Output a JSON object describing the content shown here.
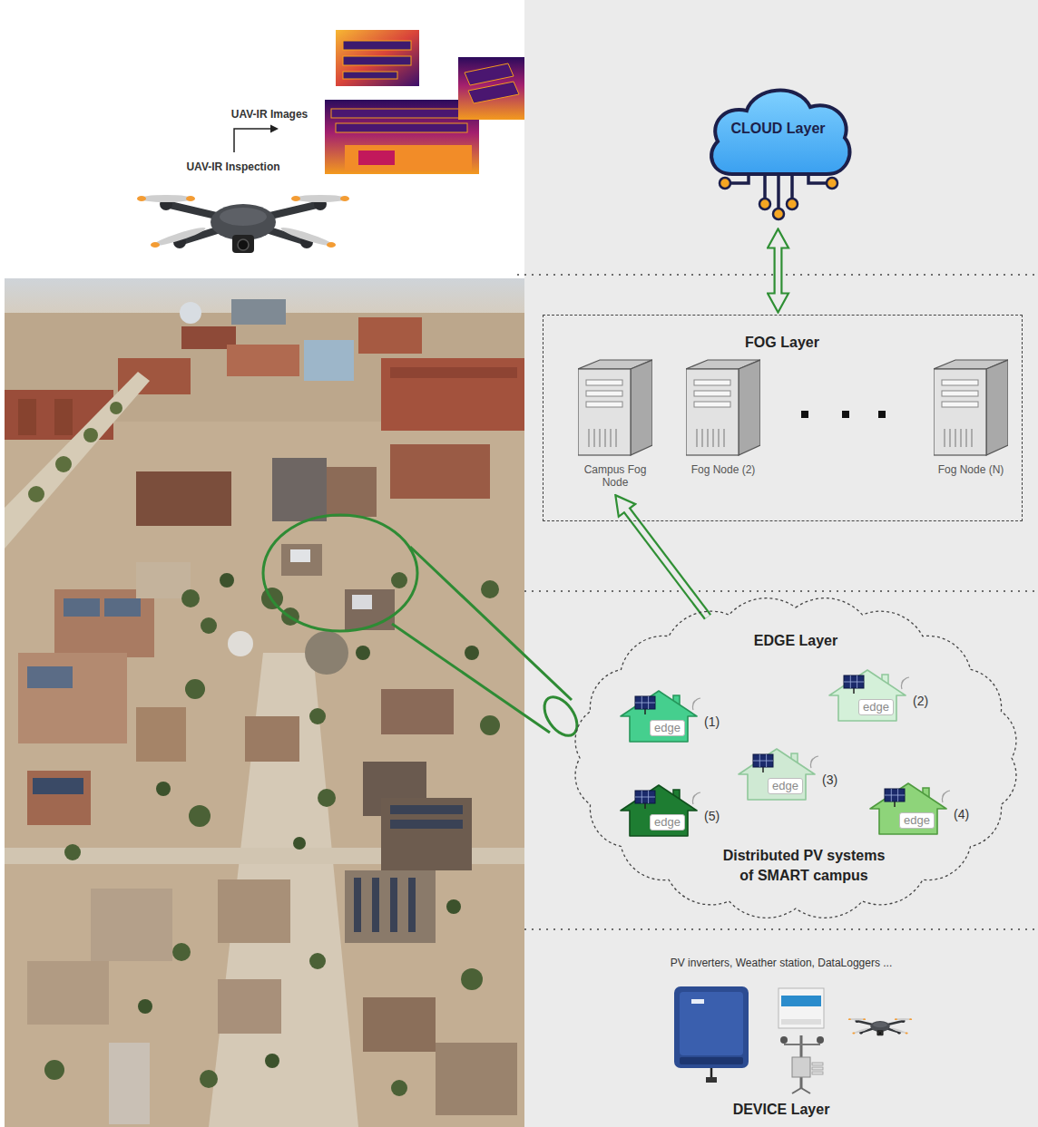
{
  "diagram": {
    "nodes": [
      {
        "text": [
          "CLOUD Layer"
        ]
      },
      {
        "text": [
          "FOG Layer"
        ]
      },
      {
        "text": [
          "Campus Fog Node"
        ],
        "in": 1
      },
      {
        "text": [
          "Fog Node (2)"
        ],
        "in": 1
      },
      {
        "text": [
          "Fog Node (N)"
        ],
        "in": 1
      },
      {
        "text": [
          "EDGE Layer",
          "Distributed PV systems of SMART campus"
        ]
      },
      {
        "text": [
          "edge",
          "(1)"
        ],
        "in": 5
      },
      {
        "text": [
          "edge",
          "(2)"
        ],
        "in": 5
      },
      {
        "text": [
          "edge",
          "(3)"
        ],
        "in": 5
      },
      {
        "text": [
          "edge",
          "(4)"
        ],
        "in": 5
      },
      {
        "text": [
          "edge",
          "(5)"
        ],
        "in": 5
      },
      {
        "text": [
          "PV inverters, Weather station, DataLoggers ...",
          "DEVICE Layer"
        ]
      }
    ],
    "edges": [
      {
        "from": 0,
        "to": 1,
        "arrow": "both"
      },
      {
        "from": 5,
        "to": 2,
        "arrow": "to"
      }
    ],
    "labels": [
      "UAV-IR Inspection",
      "UAV-IR Images"
    ]
  }
}
